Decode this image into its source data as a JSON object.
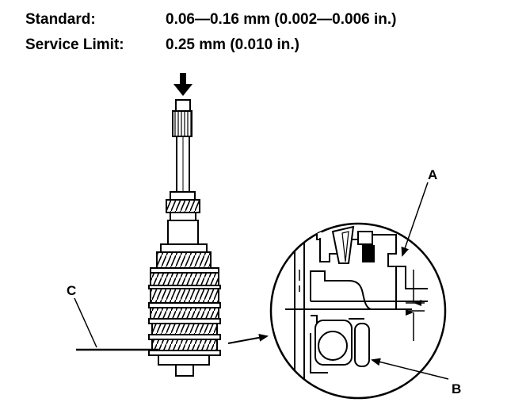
{
  "specs": {
    "standard": {
      "label": "Standard:",
      "value": "0.06—0.16 mm (0.002—0.006 in.)"
    },
    "service_limit": {
      "label": "Service Limit:",
      "value": "0.25 mm (0.010 in.)"
    }
  },
  "callouts": {
    "a": "A",
    "b": "B",
    "c": "C"
  },
  "colors": {
    "ink": "#000000",
    "background": "#ffffff"
  }
}
